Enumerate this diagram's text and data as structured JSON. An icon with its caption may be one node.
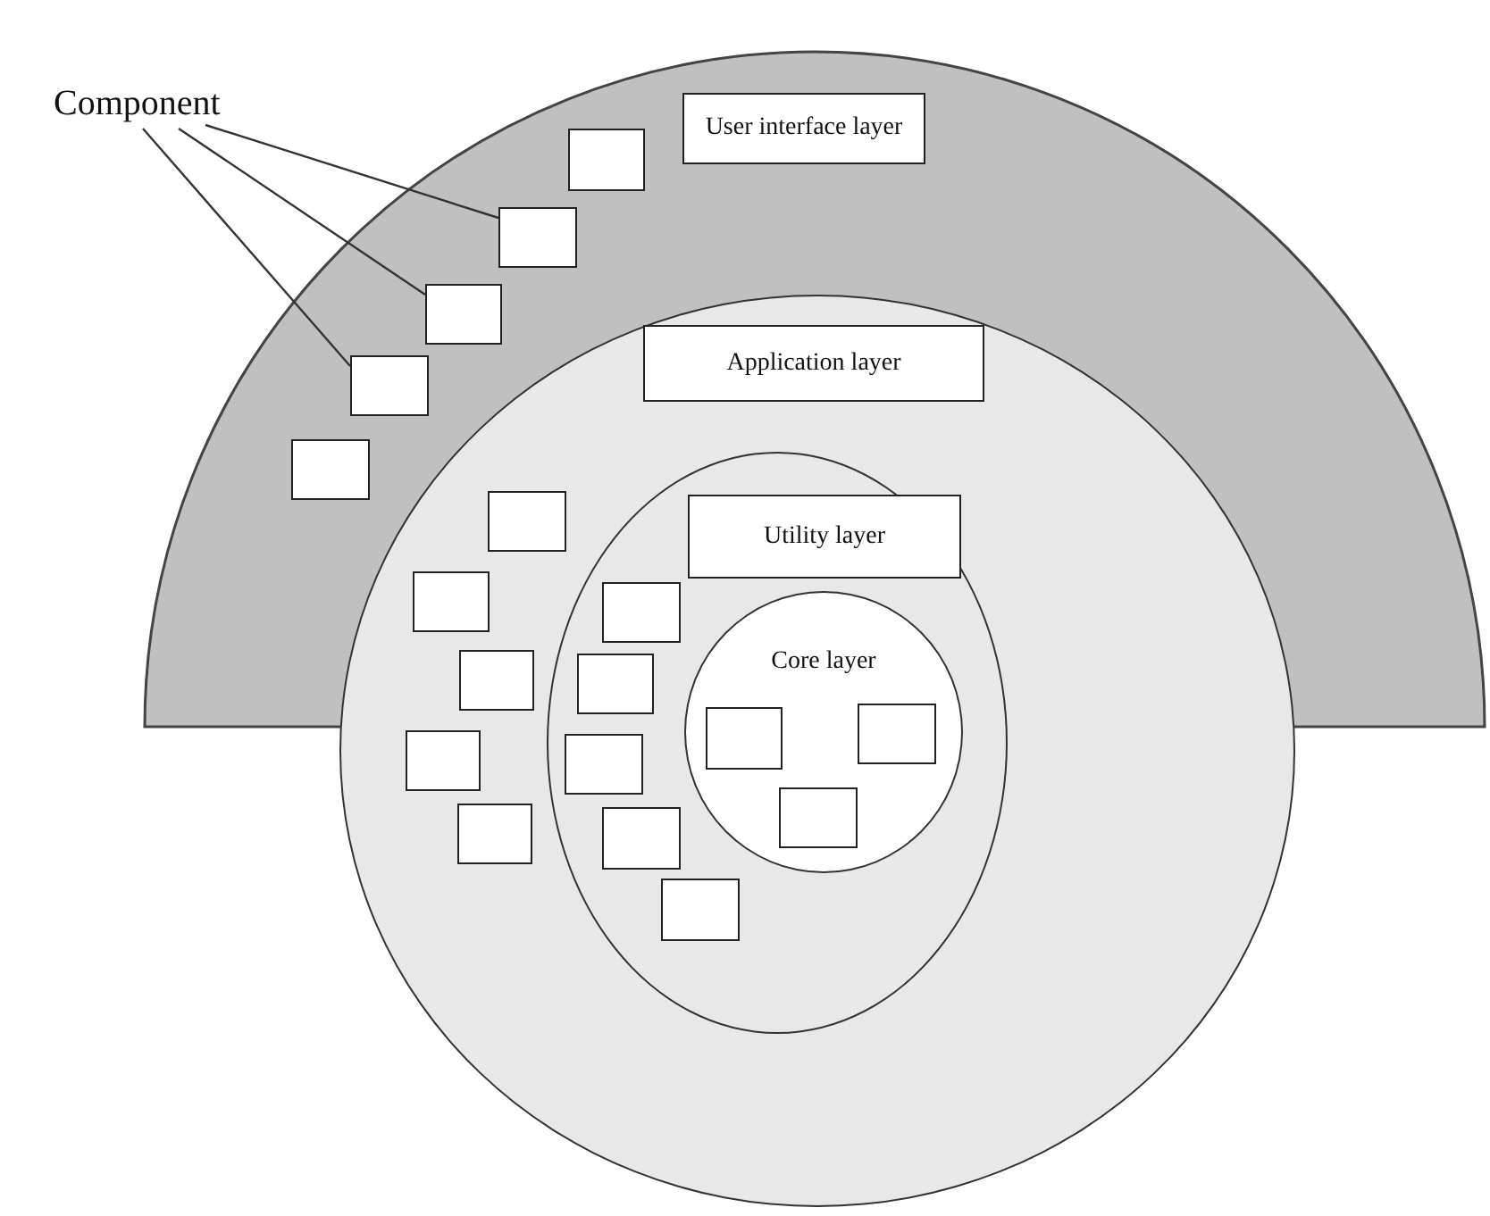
{
  "diagram": {
    "nodes": [
      {
        "text": [
          "Component"
        ]
      },
      {
        "text": [
          "User interface layer"
        ]
      },
      {
        "text": [],
        "shape": "box",
        "in": 1
      },
      {
        "text": [],
        "shape": "box",
        "in": 1
      },
      {
        "text": [],
        "shape": "box",
        "in": 1
      },
      {
        "text": [],
        "shape": "box"
      },
      {
        "text": [],
        "shape": "box",
        "in": 1
      },
      {
        "text": [
          "Application layer"
        ]
      },
      {
        "text": [],
        "shape": "box"
      },
      {
        "text": [],
        "shape": "box"
      },
      {
        "text": [],
        "shape": "box"
      },
      {
        "text": [],
        "shape": "box",
        "in": 7
      },
      {
        "text": [],
        "shape": "box",
        "in": 7
      },
      {
        "text": [
          "Utility layer"
        ],
        "in": 7
      },
      {
        "text": [],
        "shape": "box"
      },
      {
        "text": [],
        "shape": "box"
      },
      {
        "text": [],
        "shape": "box",
        "in": 13
      },
      {
        "text": [],
        "shape": "box",
        "in": 13
      },
      {
        "text": [],
        "shape": "box",
        "in": 13
      },
      {
        "text": [
          "Core layer"
        ],
        "in": 13
      },
      {
        "text": [],
        "shape": "box",
        "in": 19
      },
      {
        "text": [],
        "shape": "box",
        "in": 19
      },
      {
        "text": [],
        "shape": "box",
        "in": 19
      }
    ],
    "edges": [
      {
        "from": 0,
        "to": 3,
        "arrow": "none"
      },
      {
        "from": 0,
        "to": 4,
        "arrow": "none"
      },
      {
        "from": 0,
        "to": 5,
        "arrow": "none"
      }
    ]
  }
}
